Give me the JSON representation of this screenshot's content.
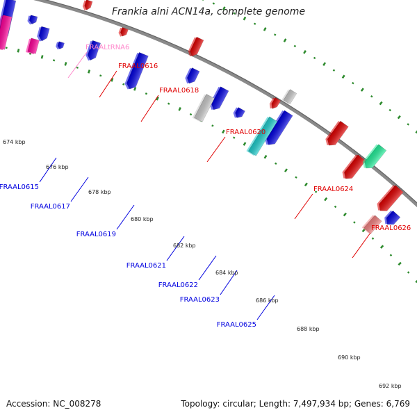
{
  "title": "Frankia alni ACN14a, complete genome",
  "accession_text": "Accession: NC_008278",
  "summary_text": "Topology: circular; Length: 7,497,934 bp; Genes: 6,769",
  "colors": {
    "backbone": "#8a8a8a",
    "tick": "#2e8b2e",
    "forward": "#e00000",
    "reverse": "#0000e0",
    "trna": "#ff88cc",
    "pink": "#ff0099",
    "grey": "#c8c8c8",
    "cyan": "#1ecccc",
    "mint": "#22ee99",
    "salmon": "#f08080"
  },
  "ticks": [
    "674 kbp",
    "676 kbp",
    "678 kbp",
    "680 kbp",
    "682 kbp",
    "684 kbp",
    "686 kbp",
    "688 kbp",
    "690 kbp",
    "692 kbp"
  ],
  "gene_labels": [
    {
      "text": "FRAALtRNA6",
      "color": "trna"
    },
    {
      "text": "FRAAL0616",
      "color": "forward"
    },
    {
      "text": "FRAAL0618",
      "color": "forward"
    },
    {
      "text": "FRAAL0620",
      "color": "forward"
    },
    {
      "text": "FRAAL0624",
      "color": "forward"
    },
    {
      "text": "FRAAL0626",
      "color": "forward"
    },
    {
      "text": "FRAAL0615",
      "color": "reverse"
    },
    {
      "text": "FRAAL0617",
      "color": "reverse"
    },
    {
      "text": "FRAAL0619",
      "color": "reverse"
    },
    {
      "text": "FRAAL0621",
      "color": "reverse"
    },
    {
      "text": "FRAAL0622",
      "color": "reverse"
    },
    {
      "text": "FRAAL0623",
      "color": "reverse"
    },
    {
      "text": "FRAAL0625",
      "color": "reverse"
    }
  ]
}
